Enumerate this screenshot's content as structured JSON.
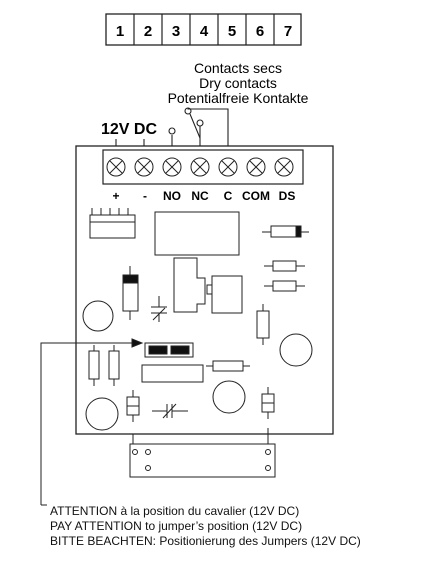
{
  "terminal_numbers": [
    "1",
    "2",
    "3",
    "4",
    "5",
    "6",
    "7"
  ],
  "contacts_label": {
    "line1": "Contacts secs",
    "line2": "Dry contacts",
    "line3": "Potentialfreie Kontakte"
  },
  "supply_label": "12V DC",
  "terminal_labels": [
    "+",
    "-",
    "NO",
    "NC",
    "C",
    "COM",
    "DS"
  ],
  "notes": [
    "ATTENTION à la position du cavalier (12V DC)",
    "PAY ATTENTION to jumper’s position (12V DC)",
    "BITTE BEACHTEN: Positionierung des Jumpers (12V DC)"
  ]
}
